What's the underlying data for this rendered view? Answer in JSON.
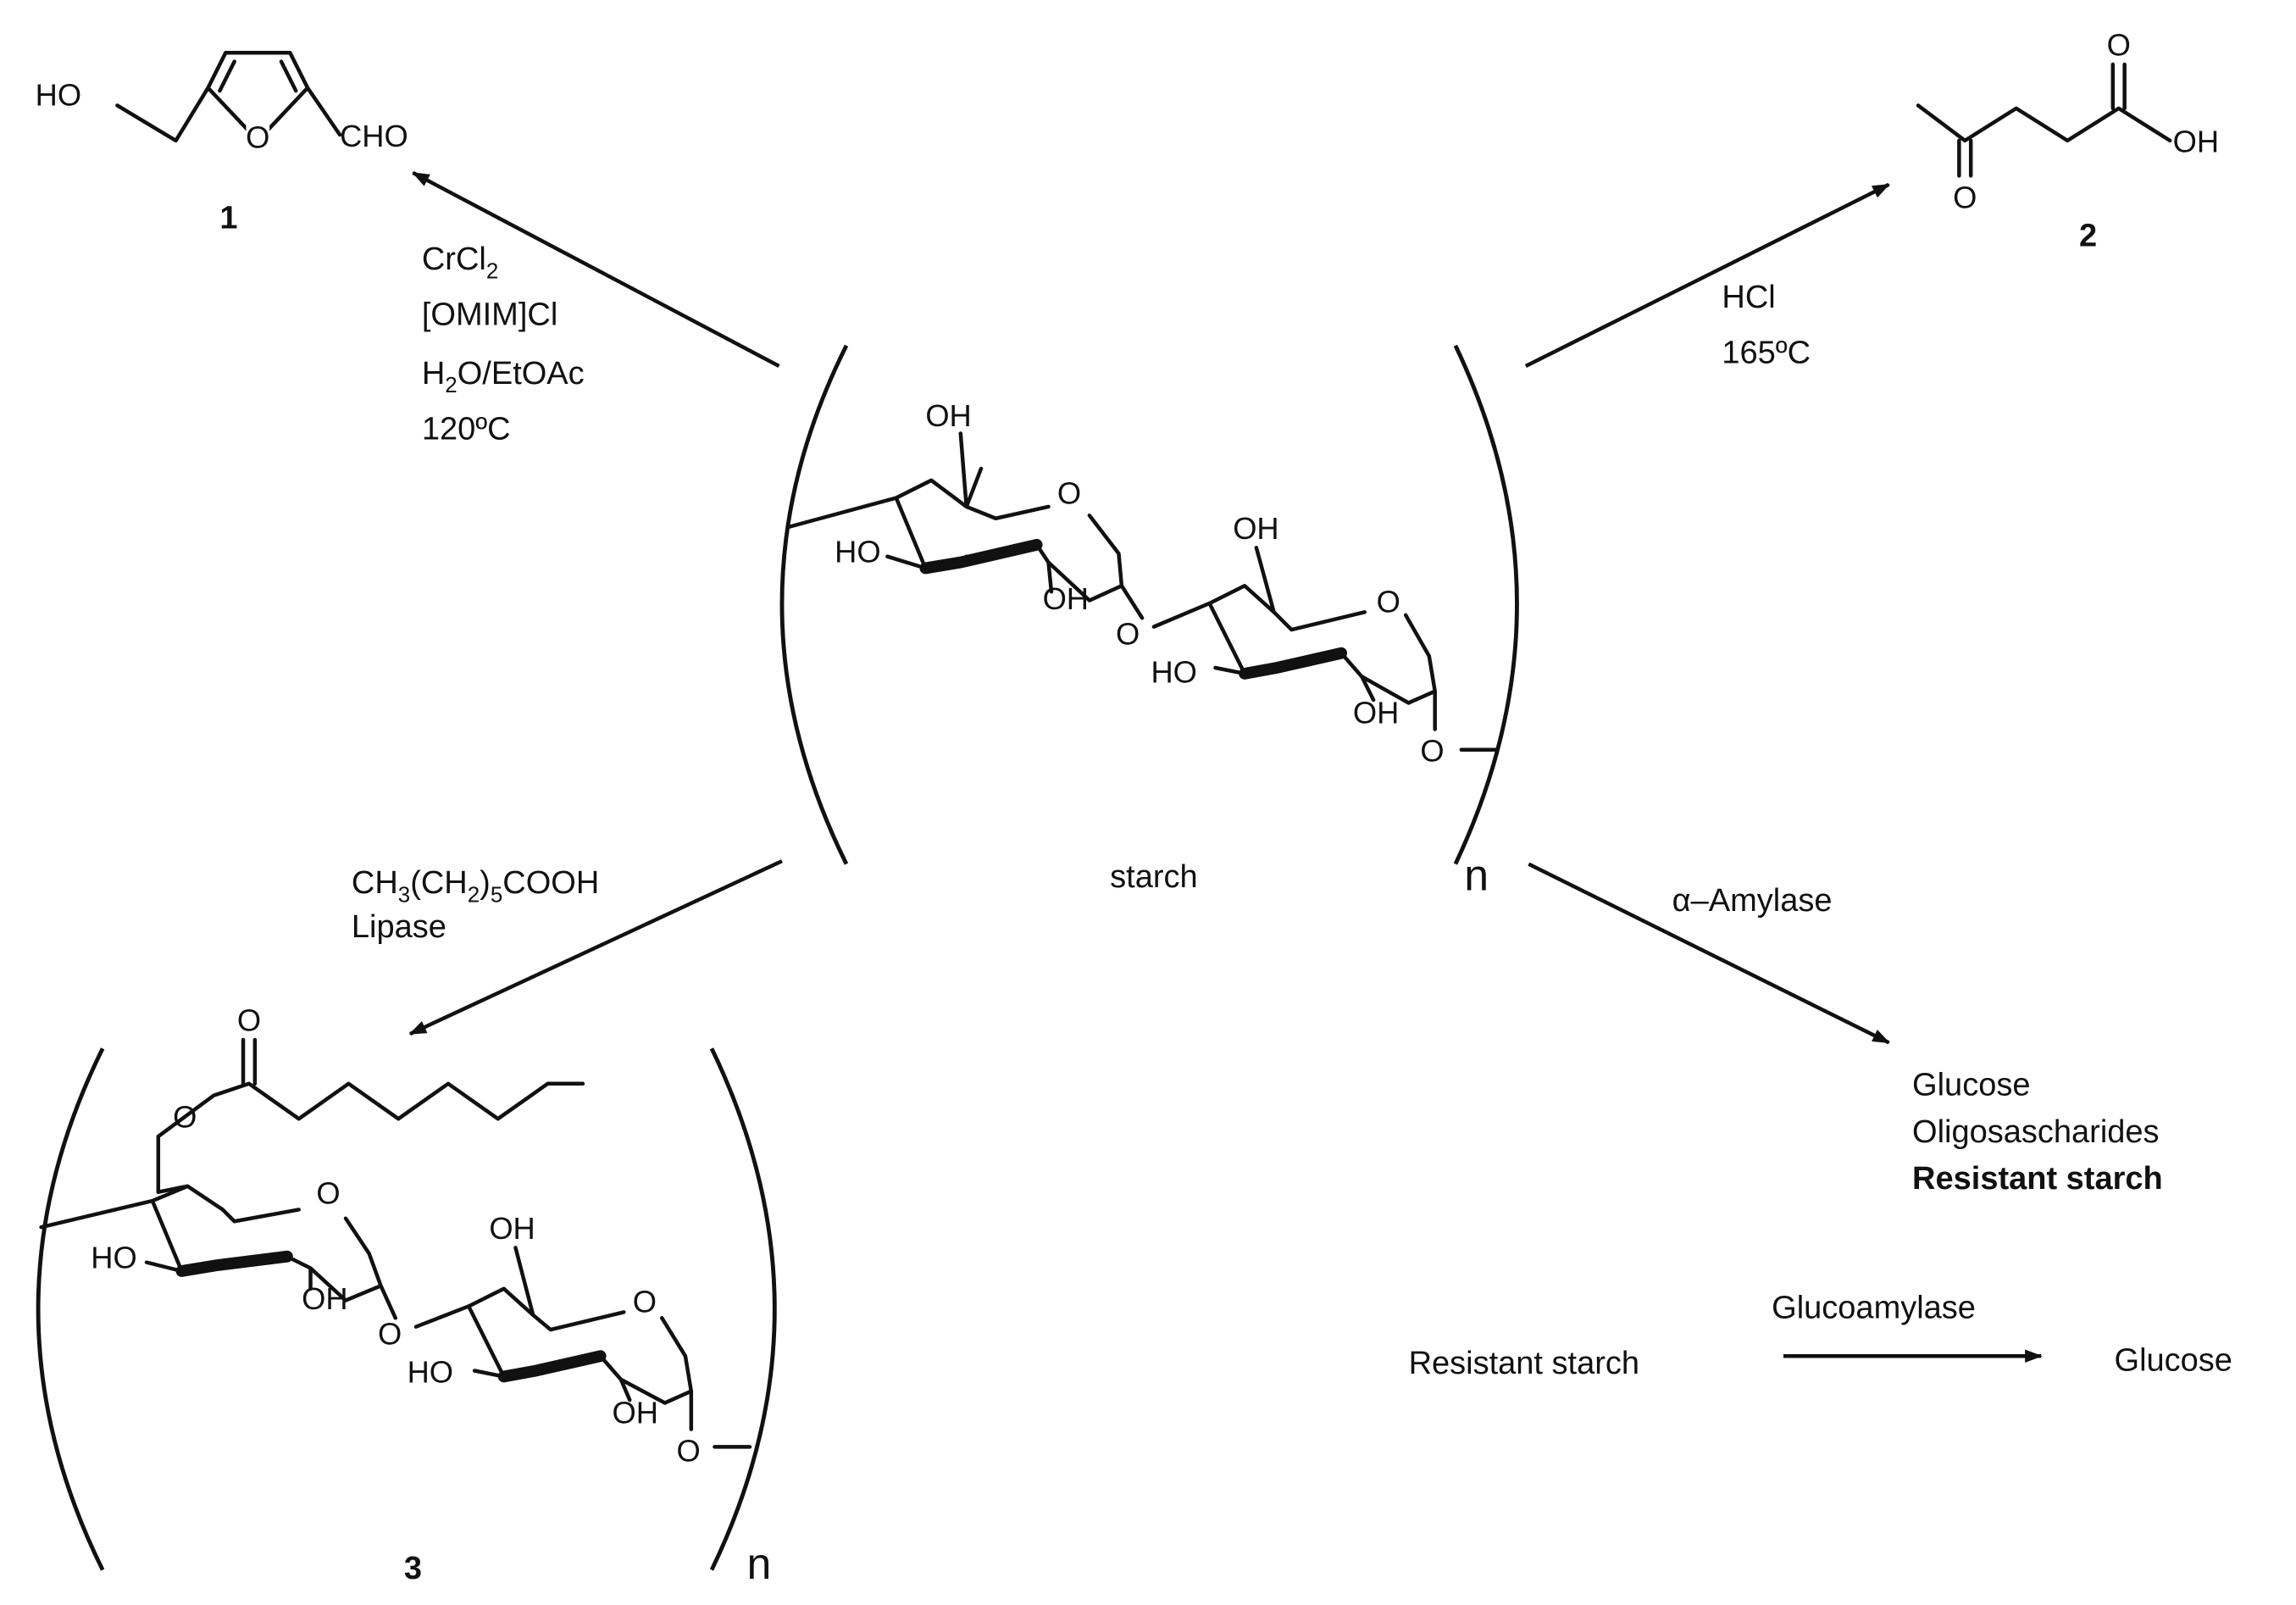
{
  "compounds": {
    "starch": {
      "name": "starch",
      "repeat": "n",
      "substituents": {
        "oh_a": "OH",
        "ho_a": "HO",
        "oh_a2": "OH",
        "o_link": "O",
        "oh_b": "OH",
        "ho_b": "HO",
        "oh_b2": "OH",
        "o_end": "O"
      }
    },
    "c1": {
      "number": "1",
      "ho": "HO",
      "cho": "CHO",
      "ring_o": "O"
    },
    "c2": {
      "number": "2",
      "oh": "OH",
      "acid_o": "O",
      "ketone_o": "O"
    },
    "c3": {
      "number": "3",
      "repeat": "n",
      "ester_o_carbonyl": "O",
      "ester_o_link": "O",
      "substituents": {
        "ho_a": "HO",
        "oh_a2": "OH",
        "o_link": "O",
        "oh_b": "OH",
        "ho_b": "HO",
        "oh_b2": "OH",
        "o_end": "O"
      }
    }
  },
  "conditions": {
    "to_1": {
      "line1_main": "CrCl",
      "line1_sub": "2",
      "line2": "[OMIM]Cl",
      "line3_a": "H",
      "line3_sub": "2",
      "line3_b": "O/EtOAc",
      "line4": "120ºC"
    },
    "to_2": {
      "line1": "HCl",
      "line2": "165ºC"
    },
    "to_3": {
      "line1_a": "CH",
      "line1_sub1": "3",
      "line1_b": "(CH",
      "line1_sub2": "2",
      "line1_c": ")",
      "line1_sub3": "5",
      "line1_d": "COOH",
      "line2": "Lipase"
    },
    "to_amylase": {
      "line1": "α–Amylase"
    }
  },
  "products_amylase": [
    "Glucose",
    "Oligosascharides",
    "Resistant starch"
  ],
  "glucoamylase": {
    "reactant": "Resistant starch",
    "enzyme": "Glucoamylase",
    "product": "Glucose"
  }
}
